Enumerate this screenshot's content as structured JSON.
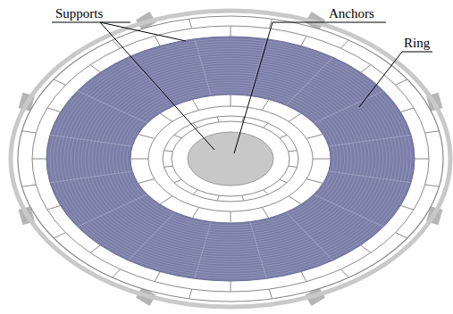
{
  "diagram": {
    "labels": [
      "Supports",
      "Anchors",
      "Ring"
    ]
  }
}
